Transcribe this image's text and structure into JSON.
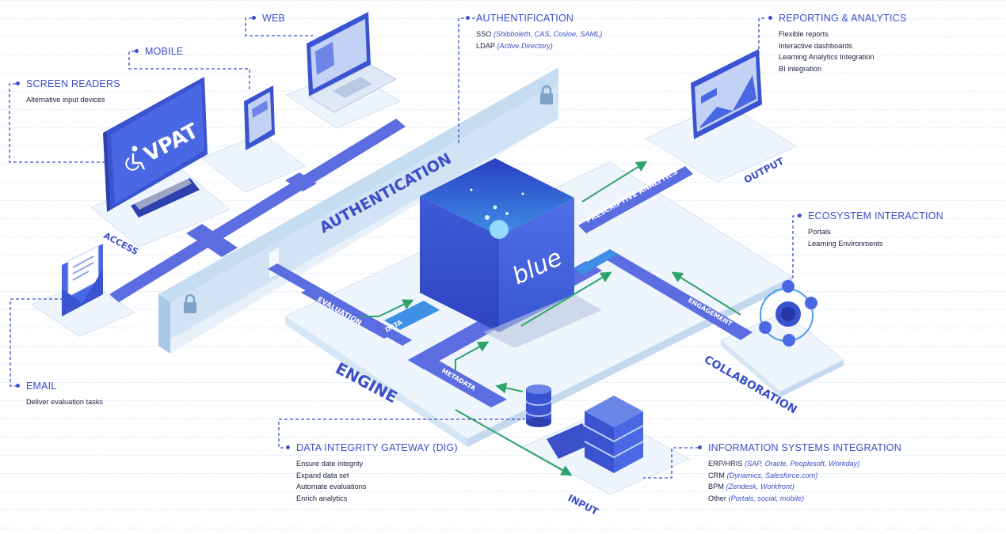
{
  "labels": {
    "web": {
      "title": "WEB"
    },
    "mobile": {
      "title": "MOBILE"
    },
    "screen_readers": {
      "title": "SCREEN READERS",
      "items": [
        {
          "text": "Alternative input devices"
        }
      ]
    },
    "email": {
      "title": "EMAIL",
      "items": [
        {
          "text": "Deliver evaluation tasks"
        }
      ]
    },
    "authentification": {
      "title": "AUTHENTIFICATION",
      "items": [
        {
          "text": "SSO",
          "detail": "(Shibboleth, CAS, Cosine, SAML)"
        },
        {
          "text": "LDAP",
          "detail": "(Active Directory)"
        }
      ]
    },
    "reporting": {
      "title": "REPORTING & ANALYTICS",
      "items": [
        {
          "text": "Flexible reports"
        },
        {
          "text": "Interactive dashboards"
        },
        {
          "text": "Learning Analytics Integration"
        },
        {
          "text": "BI integration"
        }
      ]
    },
    "ecosystem": {
      "title": "ECOSYSTEM INTERACTION",
      "items": [
        {
          "text": "Portals"
        },
        {
          "text": "Learning Environments"
        }
      ]
    },
    "dig": {
      "title": "DATA INTEGRITY GATEWAY (DIG)",
      "items": [
        {
          "text": "Ensure date integrity"
        },
        {
          "text": "Expand data set"
        },
        {
          "text": "Automate evaluations"
        },
        {
          "text": "Enrich analytics"
        }
      ]
    },
    "isi": {
      "title": "INFORMATION SYSTEMS INTEGRATION",
      "items": [
        {
          "text": "ERP/HRIS",
          "detail": "(SAP, Oracle, Peoplesoft, Workday)"
        },
        {
          "text": "CRM",
          "detail": "(Dynamics, Salesforce.com)"
        },
        {
          "text": "BPM",
          "detail": "(Zendesk, Workfront)"
        },
        {
          "text": "Other",
          "detail": "(Portals, social, mobile)"
        }
      ]
    }
  },
  "diagram": {
    "vpat": "VPAT",
    "authentication_bar": "AUTHENTICATION",
    "access": "ACCESS",
    "engine": "ENGINE",
    "output": "OUTPUT",
    "collaboration": "COLLABORATION",
    "input": "INPUT",
    "prescriptive": "PRESCRIPTIVE ANALYTICS",
    "evaluation": "EVALUATION",
    "data": "DATA",
    "metadata": "METADATA",
    "engagement": "ENGAGEMENT",
    "cube": "blue"
  },
  "colors": {
    "accent": "#3b4fc9",
    "cube": "#3450cc",
    "pathway": "#5b6de0",
    "arrow": "#2ea36b",
    "platform": "#e9f2fb",
    "auth_bar": "#c6dcf1"
  }
}
